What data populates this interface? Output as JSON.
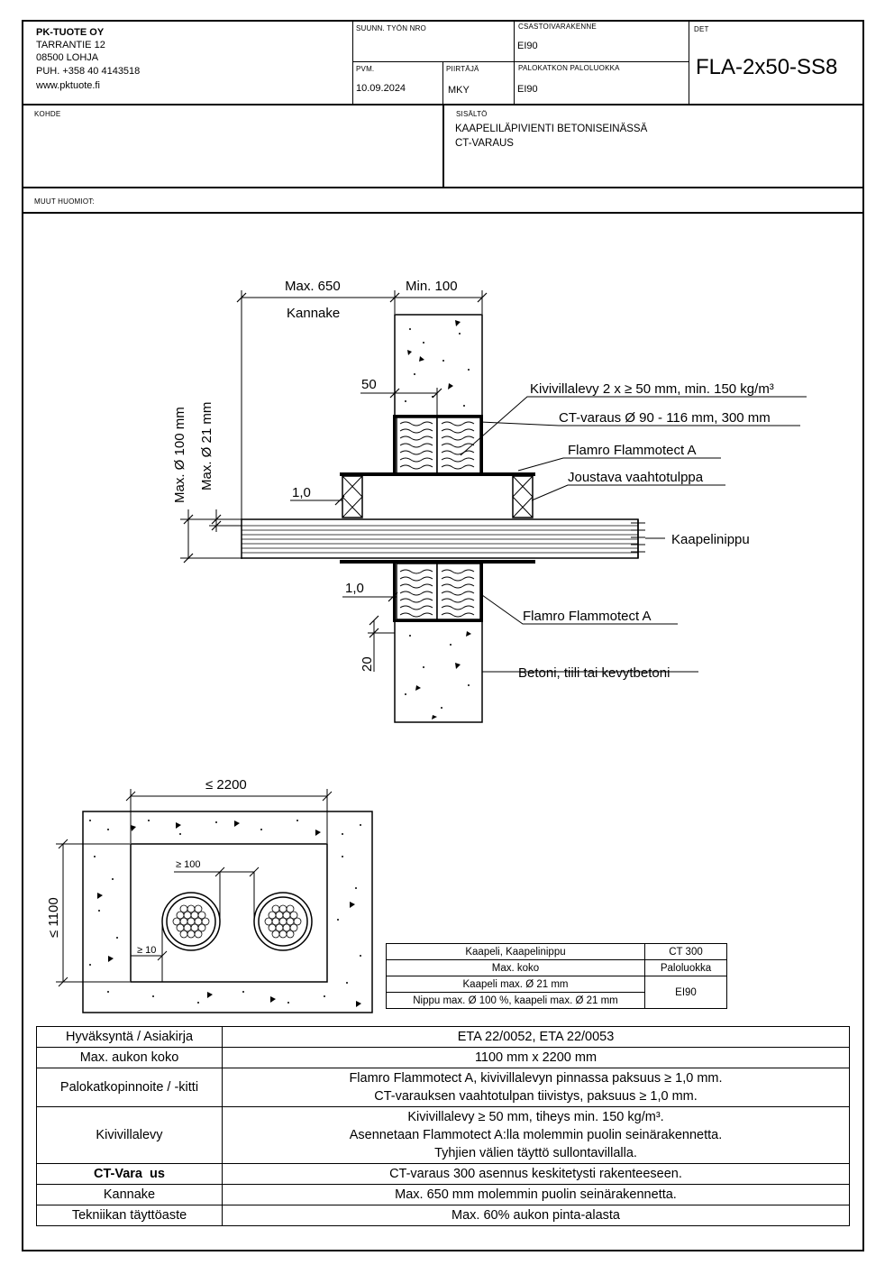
{
  "header": {
    "company": {
      "name": "PK-TUOTE OY",
      "street": "TARRANTIE 12",
      "city": "08500 LOHJA",
      "phone": "PUH. +358 40 4143518",
      "web": "www.pktuote.fi"
    },
    "suunn_label": "SUUNN. TYÖN NRO",
    "suunn_value": "",
    "csasto_label": "CSASTOIVARAKENNE",
    "csasto_value": "EI90",
    "det_label": "DET",
    "det_value": "FLA-2x50-SS8",
    "pvm_label": "PVM.",
    "pvm_value": "10.09.2024",
    "piirtaja_label": "PIIRTÄJÄ",
    "piirtaja_value": "MKY",
    "palo_label": "PALOKATKON PALOLUOKKA",
    "palo_value": "EI90",
    "kohde_label": "KOHDE",
    "kohde_value": "",
    "sisalto_label": "SISÄLTÖ",
    "sisalto_line1": "KAAPELILÄPIVIENTI BETONISEINÄSSÄ",
    "sisalto_line2": "CT-VARAUS",
    "muut_label": "MUUT HUOMIOT:"
  },
  "section": {
    "dim_max650": "Max. 650",
    "dim_min100": "Min. 100",
    "kannake": "Kannake",
    "dim_50": "50",
    "dim_10_top": "1,0",
    "dim_10_bottom": "1,0",
    "dim_20": "20",
    "dim_max100": "Max. Ø 100 mm",
    "dim_max21": "Max. Ø 21 mm",
    "label_kivivilla": "Kivivillalevy 2 x ≥ 50 mm, min. 150 kg/m³",
    "label_ct": "CT-varaus Ø 90 - 116 mm, 300 mm",
    "label_flamro1": "Flamro Flammotect A",
    "label_joustava": "Joustava vaahtotulppa",
    "label_kaapelinippu": "Kaapelinippu",
    "label_flamro2": "Flamro Flammotect A",
    "label_betoni": "Betoni, tiili tai kevytbetoni"
  },
  "elevation": {
    "dim_width": "≤ 2200",
    "dim_height": "≤ 1100",
    "dim_gap": "≥ 100",
    "dim_edge": "≥ 10"
  },
  "mini_table": {
    "r1c1": "Kaapeli, Kaapelinippu",
    "r1c2": "CT 300",
    "r2c1": "Max. koko",
    "r2c2": "Paloluokka",
    "r3c1": "Kaapeli max. Ø 21 mm",
    "r4c1": "Nippu max. Ø 100 %, kaapeli max. Ø 21 mm",
    "r34c2": "EI90"
  },
  "spec_table": [
    {
      "key": "Hyväksyntä / Asiakirja",
      "value": [
        "ETA 22/0052, ETA 22/0053"
      ]
    },
    {
      "key": "Max. aukon koko",
      "value": [
        "1100 mm x 2200 mm"
      ]
    },
    {
      "key": "Palokatkopinnoite / -kitti",
      "value": [
        "Flamro Flammotect A, kivivillalevyn pinnassa paksuus ≥ 1,0 mm.",
        "CT-varauksen vaahtotulpan tiivistys, paksuus ≥ 1,0 mm."
      ]
    },
    {
      "key": "Kivivillalevy",
      "value": [
        "Kivivillalevy ≥ 50 mm, tiheys min. 150 kg/m³.",
        "Asennetaan Flammotect A:lla molemmin puolin seinärakennetta.",
        "Tyhjien välien täyttö sullontavillalla."
      ]
    },
    {
      "key": "CT-Vara  us",
      "value": [
        "CT-varaus 300 asennus keskitetysti rakenteeseen."
      ]
    },
    {
      "key": "Kannake",
      "value": [
        "Max. 650 mm molemmin puolin seinärakennetta."
      ]
    },
    {
      "key": "Tekniikan täyttöaste",
      "value": [
        "Max. 60% aukon pinta-alasta"
      ]
    }
  ]
}
